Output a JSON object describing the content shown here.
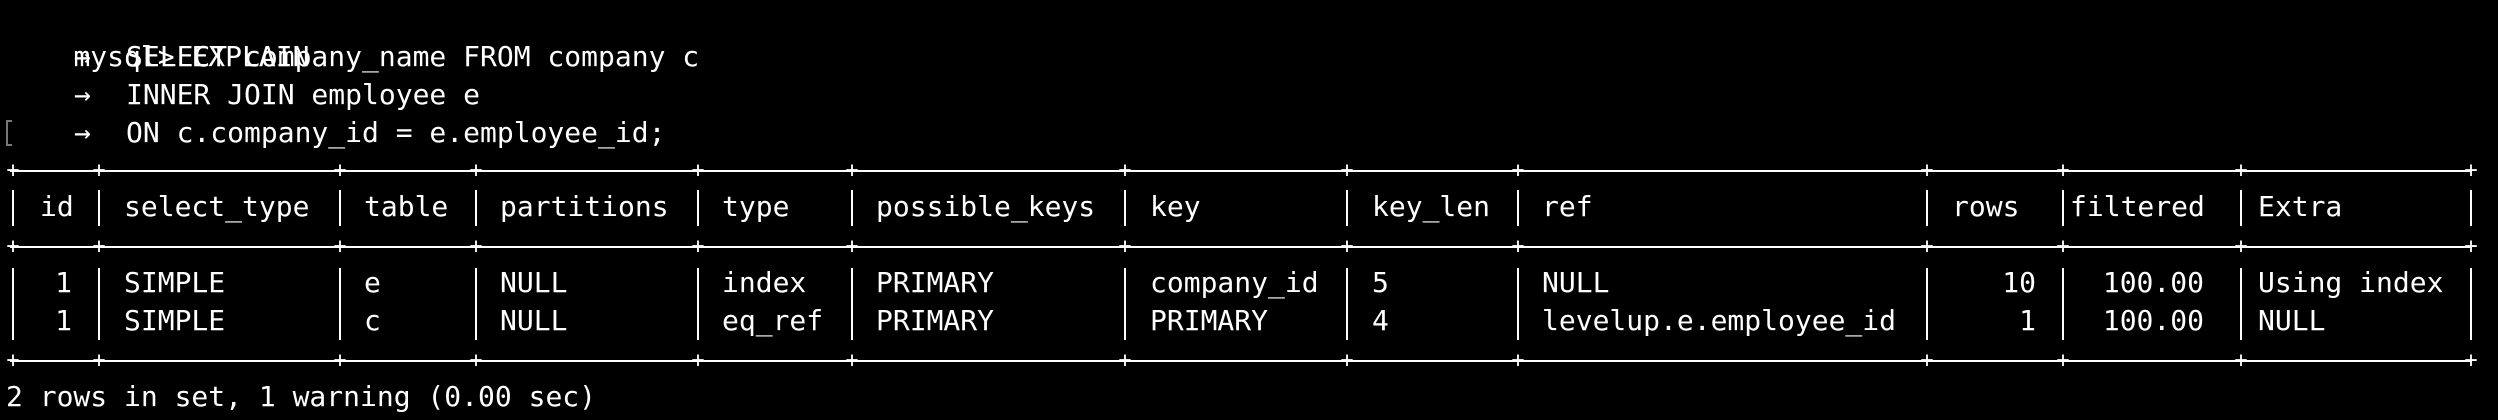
{
  "prompt": "mysql>",
  "command": "EXPLAIN",
  "continuation_symbol": "→",
  "continuation_lines": [
    "SELECT company_name FROM company c",
    "INNER JOIN employee e",
    "ON c.company_id = e.employee_id;"
  ],
  "table": {
    "headers": [
      "id",
      "select_type",
      "table",
      "partitions",
      "type",
      "possible_keys",
      "key",
      "key_len",
      "ref",
      "rows",
      "filtered",
      "Extra"
    ],
    "rows": [
      [
        "1",
        "SIMPLE",
        "e",
        "NULL",
        "index",
        "PRIMARY",
        "company_id",
        "5",
        "NULL",
        "10",
        "100.00",
        "Using index"
      ],
      [
        "1",
        "SIMPLE",
        "c",
        "NULL",
        "eq_ref",
        "PRIMARY",
        "PRIMARY",
        "4",
        "levelup.e.employee_id",
        "1",
        "100.00",
        "NULL"
      ]
    ]
  },
  "footer": "2 rows in set, 1 warning (0.00 sec)",
  "colors": {
    "background": "#000000",
    "foreground": "#ffffff"
  }
}
